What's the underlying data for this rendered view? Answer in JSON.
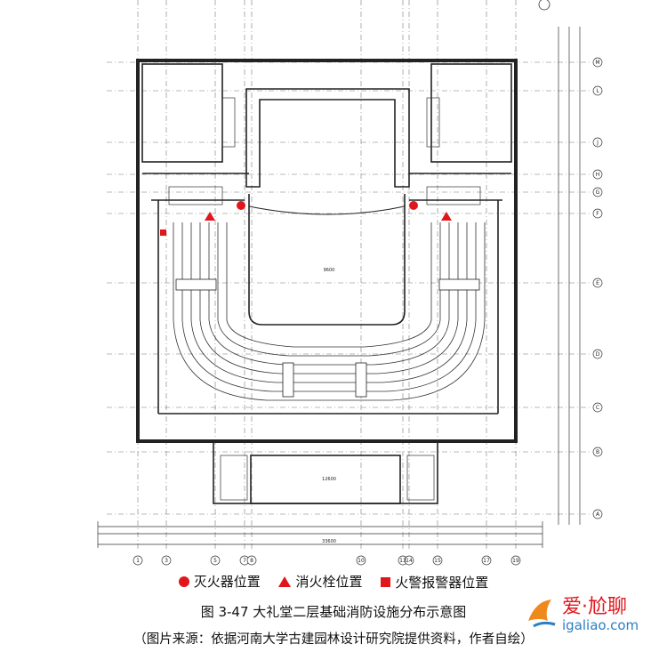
{
  "figure": {
    "caption": "图 3-47  大礼堂二层基础消防设施分布示意图",
    "source": "（图片来源：依据河南大学古建园林设计研究院提供资料，作者自绘）"
  },
  "legend": {
    "items": [
      {
        "label": "灭火器位置",
        "symbol": "circle",
        "color": "#e0161c"
      },
      {
        "label": "消火栓位置",
        "symbol": "triangle",
        "color": "#e0161c"
      },
      {
        "label": "火警报警器位置",
        "symbol": "square",
        "color": "#e0161c"
      }
    ]
  },
  "plan": {
    "axis_numbers": [
      "1",
      "3",
      "5",
      "7",
      "8",
      "10",
      "13",
      "14",
      "15",
      "17",
      "19"
    ],
    "row_letters": [
      "M",
      "L",
      "J",
      "H",
      "G",
      "F",
      "E",
      "D",
      "C",
      "B",
      "A"
    ],
    "dimensions": {
      "bottom_total": "33600",
      "lobby_width": "12600",
      "stage_width": "9600"
    },
    "colors": {
      "line": "#222222",
      "marker": "#e0161c",
      "axis": "#555555"
    }
  },
  "watermark": {
    "brand": "爱·尬聊",
    "url": "igaliao.com"
  }
}
